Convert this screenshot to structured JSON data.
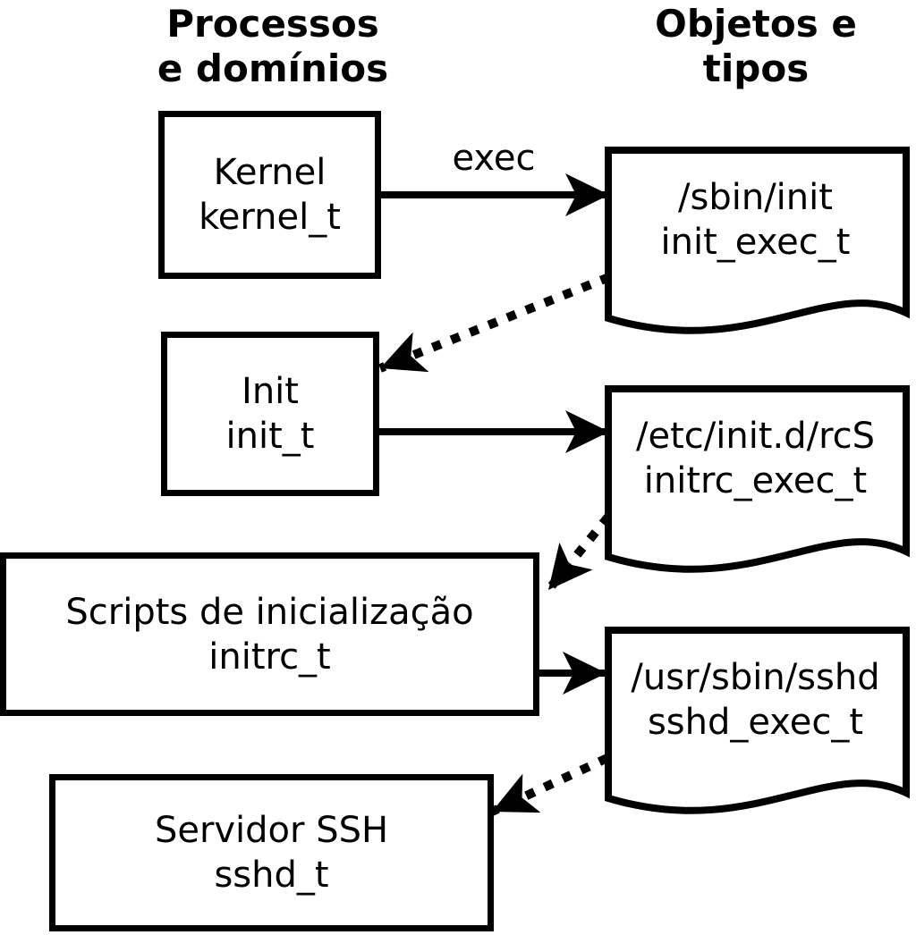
{
  "diagram": {
    "columns": {
      "processes": {
        "title": [
          "Processos",
          "e domínios"
        ]
      },
      "objects": {
        "title": [
          "Objetos e",
          "tipos"
        ]
      }
    },
    "process_nodes": [
      {
        "label": "Kernel",
        "type": "kernel_t"
      },
      {
        "label": "Init",
        "type": "init_t"
      },
      {
        "label": "Scripts de inicialização",
        "type": "initrc_t"
      },
      {
        "label": "Servidor SSH",
        "type": "sshd_t"
      }
    ],
    "object_nodes": [
      {
        "label": "/sbin/init",
        "type": "init_exec_t"
      },
      {
        "label": "/etc/init.d/rcS",
        "type": "initrc_exec_t"
      },
      {
        "label": "/usr/sbin/sshd",
        "type": "sshd_exec_t"
      }
    ],
    "edge_labels": {
      "exec": "exec"
    },
    "colors": {
      "stroke": "#000000",
      "fill": "#ffffff"
    }
  }
}
